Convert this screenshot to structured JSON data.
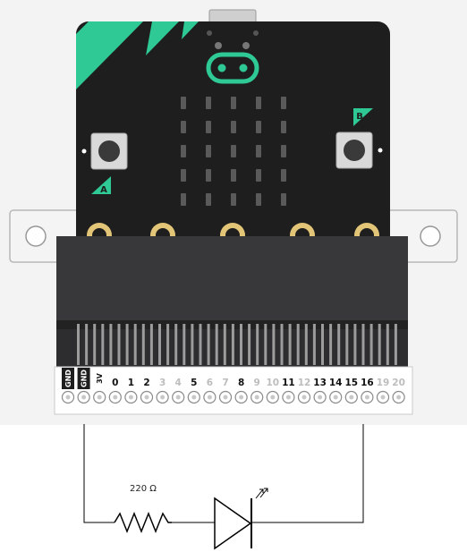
{
  "board": {
    "button_a_label": "A",
    "button_b_label": "B",
    "pin_labels_dark": [
      "GND",
      "GND",
      "3V",
      "0",
      "1",
      "2",
      "3",
      "4",
      "5",
      "6",
      "7",
      "8",
      "9",
      "10",
      "11",
      "12",
      "13",
      "14",
      "15",
      "16",
      "19",
      "20"
    ],
    "pin_labels_active": [
      true,
      true,
      true,
      true,
      true,
      true,
      false,
      false,
      true,
      false,
      false,
      true,
      false,
      false,
      true,
      false,
      true,
      true,
      true,
      true,
      false,
      false
    ]
  },
  "circuit": {
    "resistor_label": "220 Ω"
  },
  "colors": {
    "board": "#1e1e1e",
    "accent": "#2ec995",
    "edge": "#323234",
    "connector": "#2d2d30",
    "pad_gold": "#e2c576",
    "background_top": "#f3f3f4",
    "wire": "#000000"
  }
}
